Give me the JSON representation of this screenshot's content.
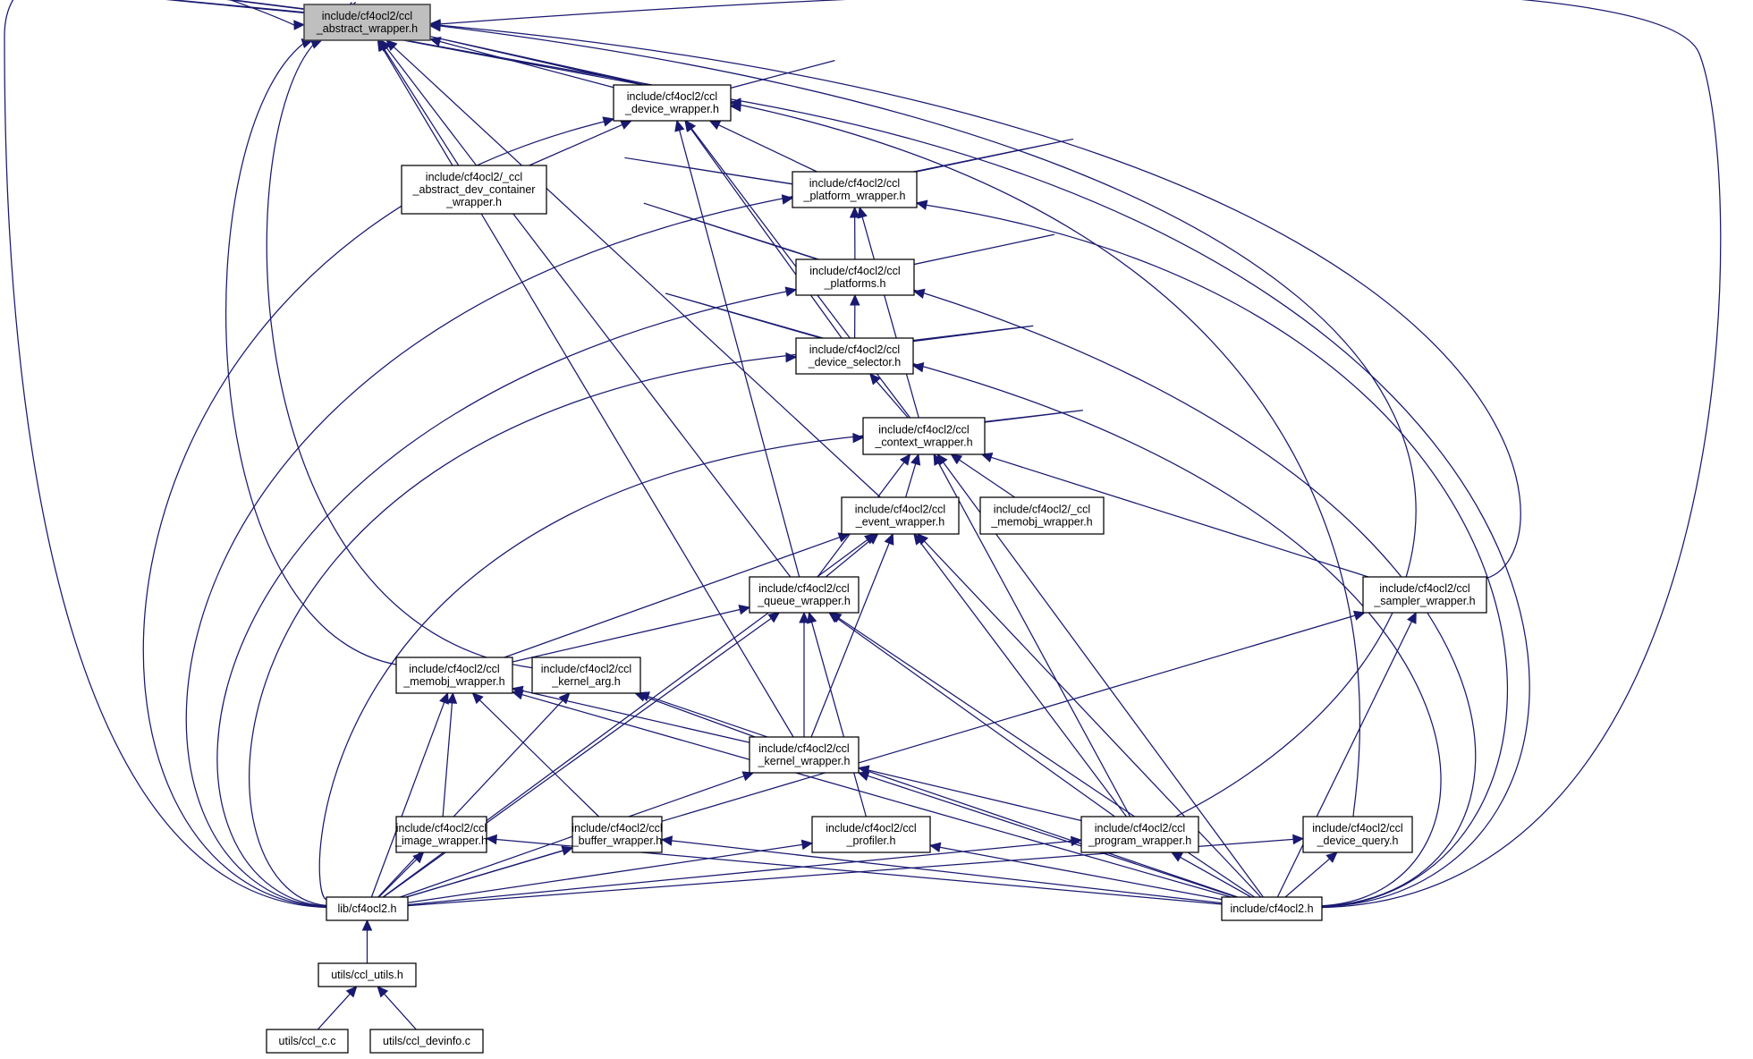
{
  "diagram": {
    "type": "include-dependency-graph",
    "edge_color": "#191970",
    "root_fill": "#bfbfbf",
    "nodes": [
      {
        "id": "abstract_wrapper",
        "lines": [
          "include/cf4ocl2/ccl",
          "_abstract_wrapper.h"
        ],
        "root": true
      },
      {
        "id": "device_wrapper",
        "lines": [
          "include/cf4ocl2/ccl",
          "_device_wrapper.h"
        ]
      },
      {
        "id": "abstract_dev_container",
        "lines": [
          "include/cf4ocl2/_ccl",
          "_abstract_dev_container",
          "_wrapper.h"
        ]
      },
      {
        "id": "platform_wrapper",
        "lines": [
          "include/cf4ocl2/ccl",
          "_platform_wrapper.h"
        ]
      },
      {
        "id": "platforms",
        "lines": [
          "include/cf4ocl2/ccl",
          "_platforms.h"
        ]
      },
      {
        "id": "device_selector",
        "lines": [
          "include/cf4ocl2/ccl",
          "_device_selector.h"
        ]
      },
      {
        "id": "context_wrapper",
        "lines": [
          "include/cf4ocl2/ccl",
          "_context_wrapper.h"
        ]
      },
      {
        "id": "event_wrapper",
        "lines": [
          "include/cf4ocl2/ccl",
          "_event_wrapper.h"
        ]
      },
      {
        "id": "_memobj_wrapper",
        "lines": [
          "include/cf4ocl2/_ccl",
          "_memobj_wrapper.h"
        ]
      },
      {
        "id": "queue_wrapper",
        "lines": [
          "include/cf4ocl2/ccl",
          "_queue_wrapper.h"
        ]
      },
      {
        "id": "sampler_wrapper",
        "lines": [
          "include/cf4ocl2/ccl",
          "_sampler_wrapper.h"
        ]
      },
      {
        "id": "memobj_wrapper",
        "lines": [
          "include/cf4ocl2/ccl",
          "_memobj_wrapper.h"
        ]
      },
      {
        "id": "kernel_arg",
        "lines": [
          "include/cf4ocl2/ccl",
          "_kernel_arg.h"
        ]
      },
      {
        "id": "kernel_wrapper",
        "lines": [
          "include/cf4ocl2/ccl",
          "_kernel_wrapper.h"
        ]
      },
      {
        "id": "image_wrapper",
        "lines": [
          "include/cf4ocl2/ccl",
          "_image_wrapper.h"
        ]
      },
      {
        "id": "buffer_wrapper",
        "lines": [
          "include/cf4ocl2/ccl",
          "_buffer_wrapper.h"
        ]
      },
      {
        "id": "profiler",
        "lines": [
          "include/cf4ocl2/ccl",
          "_profiler.h"
        ]
      },
      {
        "id": "program_wrapper",
        "lines": [
          "include/cf4ocl2/ccl",
          "_program_wrapper.h"
        ]
      },
      {
        "id": "device_query",
        "lines": [
          "include/cf4ocl2/ccl",
          "_device_query.h"
        ]
      },
      {
        "id": "lib_cf4ocl2",
        "lines": [
          "lib/cf4ocl2.h"
        ]
      },
      {
        "id": "include_cf4ocl2",
        "lines": [
          "include/cf4ocl2.h"
        ]
      },
      {
        "id": "ccl_utils",
        "lines": [
          "utils/ccl_utils.h"
        ]
      },
      {
        "id": "ccl_c",
        "lines": [
          "utils/ccl_c.c"
        ]
      },
      {
        "id": "ccl_devinfo",
        "lines": [
          "utils/ccl_devinfo.c"
        ]
      }
    ],
    "edges": [
      [
        "device_wrapper",
        "abstract_wrapper"
      ],
      [
        "abstract_dev_container",
        "abstract_wrapper"
      ],
      [
        "lib_cf4ocl2",
        "abstract_wrapper"
      ],
      [
        "include_cf4ocl2",
        "abstract_wrapper"
      ],
      [
        "sampler_wrapper",
        "abstract_wrapper"
      ],
      [
        "program_wrapper",
        "abstract_wrapper"
      ],
      [
        "queue_wrapper",
        "abstract_wrapper"
      ],
      [
        "event_wrapper",
        "abstract_wrapper"
      ],
      [
        "kernel_wrapper",
        "abstract_wrapper"
      ],
      [
        "memobj_wrapper",
        "abstract_wrapper"
      ],
      [
        "kernel_arg",
        "abstract_wrapper"
      ],
      [
        "abstract_dev_container",
        "device_wrapper"
      ],
      [
        "platform_wrapper",
        "device_wrapper"
      ],
      [
        "device_selector",
        "device_wrapper"
      ],
      [
        "context_wrapper",
        "device_wrapper"
      ],
      [
        "queue_wrapper",
        "device_wrapper"
      ],
      [
        "lib_cf4ocl2",
        "device_wrapper"
      ],
      [
        "include_cf4ocl2",
        "device_wrapper"
      ],
      [
        "device_query",
        "device_wrapper"
      ],
      [
        "platforms",
        "platform_wrapper"
      ],
      [
        "context_wrapper",
        "platform_wrapper"
      ],
      [
        "lib_cf4ocl2",
        "platform_wrapper"
      ],
      [
        "include_cf4ocl2",
        "platform_wrapper"
      ],
      [
        "device_selector",
        "platforms"
      ],
      [
        "lib_cf4ocl2",
        "platforms"
      ],
      [
        "include_cf4ocl2",
        "platforms"
      ],
      [
        "context_wrapper",
        "device_selector"
      ],
      [
        "lib_cf4ocl2",
        "device_selector"
      ],
      [
        "include_cf4ocl2",
        "device_selector"
      ],
      [
        "event_wrapper",
        "context_wrapper"
      ],
      [
        "_memobj_wrapper",
        "context_wrapper"
      ],
      [
        "queue_wrapper",
        "context_wrapper"
      ],
      [
        "sampler_wrapper",
        "context_wrapper"
      ],
      [
        "program_wrapper",
        "context_wrapper"
      ],
      [
        "lib_cf4ocl2",
        "context_wrapper"
      ],
      [
        "include_cf4ocl2",
        "context_wrapper"
      ],
      [
        "queue_wrapper",
        "event_wrapper"
      ],
      [
        "memobj_wrapper",
        "event_wrapper"
      ],
      [
        "kernel_wrapper",
        "event_wrapper"
      ],
      [
        "program_wrapper",
        "event_wrapper"
      ],
      [
        "lib_cf4ocl2",
        "event_wrapper"
      ],
      [
        "include_cf4ocl2",
        "event_wrapper"
      ],
      [
        "memobj_wrapper",
        "queue_wrapper"
      ],
      [
        "kernel_wrapper",
        "queue_wrapper"
      ],
      [
        "profiler",
        "queue_wrapper"
      ],
      [
        "program_wrapper",
        "queue_wrapper"
      ],
      [
        "lib_cf4ocl2",
        "queue_wrapper"
      ],
      [
        "include_cf4ocl2",
        "queue_wrapper"
      ],
      [
        "kernel_wrapper",
        "memobj_wrapper"
      ],
      [
        "image_wrapper",
        "memobj_wrapper"
      ],
      [
        "buffer_wrapper",
        "memobj_wrapper"
      ],
      [
        "lib_cf4ocl2",
        "memobj_wrapper"
      ],
      [
        "include_cf4ocl2",
        "memobj_wrapper"
      ],
      [
        "kernel_wrapper",
        "kernel_arg"
      ],
      [
        "lib_cf4ocl2",
        "kernel_arg"
      ],
      [
        "include_cf4ocl2",
        "kernel_arg"
      ],
      [
        "program_wrapper",
        "kernel_wrapper"
      ],
      [
        "lib_cf4ocl2",
        "kernel_wrapper"
      ],
      [
        "include_cf4ocl2",
        "kernel_wrapper"
      ],
      [
        "lib_cf4ocl2",
        "sampler_wrapper"
      ],
      [
        "include_cf4ocl2",
        "sampler_wrapper"
      ],
      [
        "lib_cf4ocl2",
        "image_wrapper"
      ],
      [
        "include_cf4ocl2",
        "image_wrapper"
      ],
      [
        "lib_cf4ocl2",
        "buffer_wrapper"
      ],
      [
        "include_cf4ocl2",
        "buffer_wrapper"
      ],
      [
        "lib_cf4ocl2",
        "profiler"
      ],
      [
        "include_cf4ocl2",
        "profiler"
      ],
      [
        "lib_cf4ocl2",
        "program_wrapper"
      ],
      [
        "include_cf4ocl2",
        "program_wrapper"
      ],
      [
        "lib_cf4ocl2",
        "device_query"
      ],
      [
        "include_cf4ocl2",
        "device_query"
      ],
      [
        "ccl_utils",
        "lib_cf4ocl2"
      ],
      [
        "ccl_c",
        "ccl_utils"
      ],
      [
        "ccl_devinfo",
        "ccl_utils"
      ]
    ]
  }
}
